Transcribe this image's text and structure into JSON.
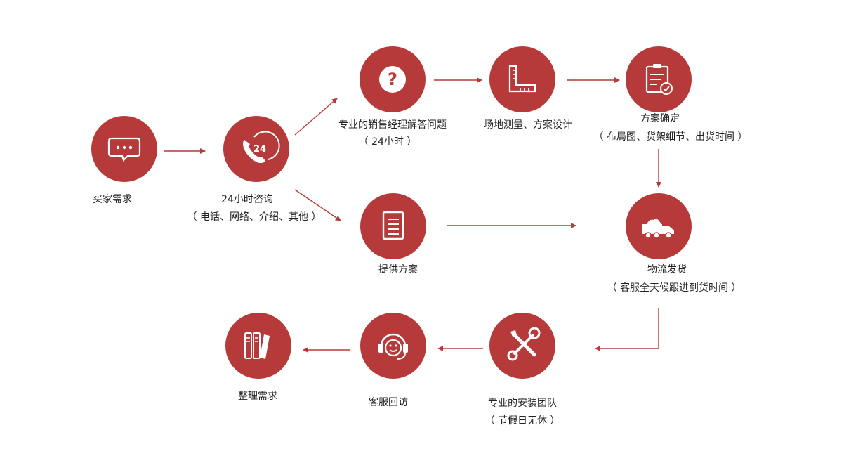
{
  "colors": {
    "accent": "#b73a3a",
    "arrow": "#b73a3a",
    "text": "#222222"
  },
  "nodes": [
    {
      "label": "买家需求",
      "sub": "",
      "icon": "chat-bubble-icon"
    },
    {
      "label": "24小时咨询",
      "sub": "（ 电话、网络、介绍、其他 ）",
      "icon": "phone-24-icon"
    },
    {
      "label": "专业的销售经理解答问题",
      "sub": "（ 24小时 ）",
      "icon": "question-icon"
    },
    {
      "label": "场地测量、方案设计",
      "sub": "",
      "icon": "ruler-icon"
    },
    {
      "label": "方案确定",
      "sub": "（ 布局图、货架细节、出货时间 ）",
      "icon": "clipboard-check-icon"
    },
    {
      "label": "提供方案",
      "sub": "",
      "icon": "document-icon"
    },
    {
      "label": "物流发货",
      "sub": "（ 客服全天候跟进到货时间 ）",
      "icon": "truck-icon"
    },
    {
      "label": "专业的安装团队",
      "sub": "（ 节假日无休 ）",
      "icon": "tools-icon"
    },
    {
      "label": "客服回访",
      "sub": "",
      "icon": "headset-smile-icon"
    },
    {
      "label": "整理需求",
      "sub": "",
      "icon": "binders-icon"
    }
  ]
}
